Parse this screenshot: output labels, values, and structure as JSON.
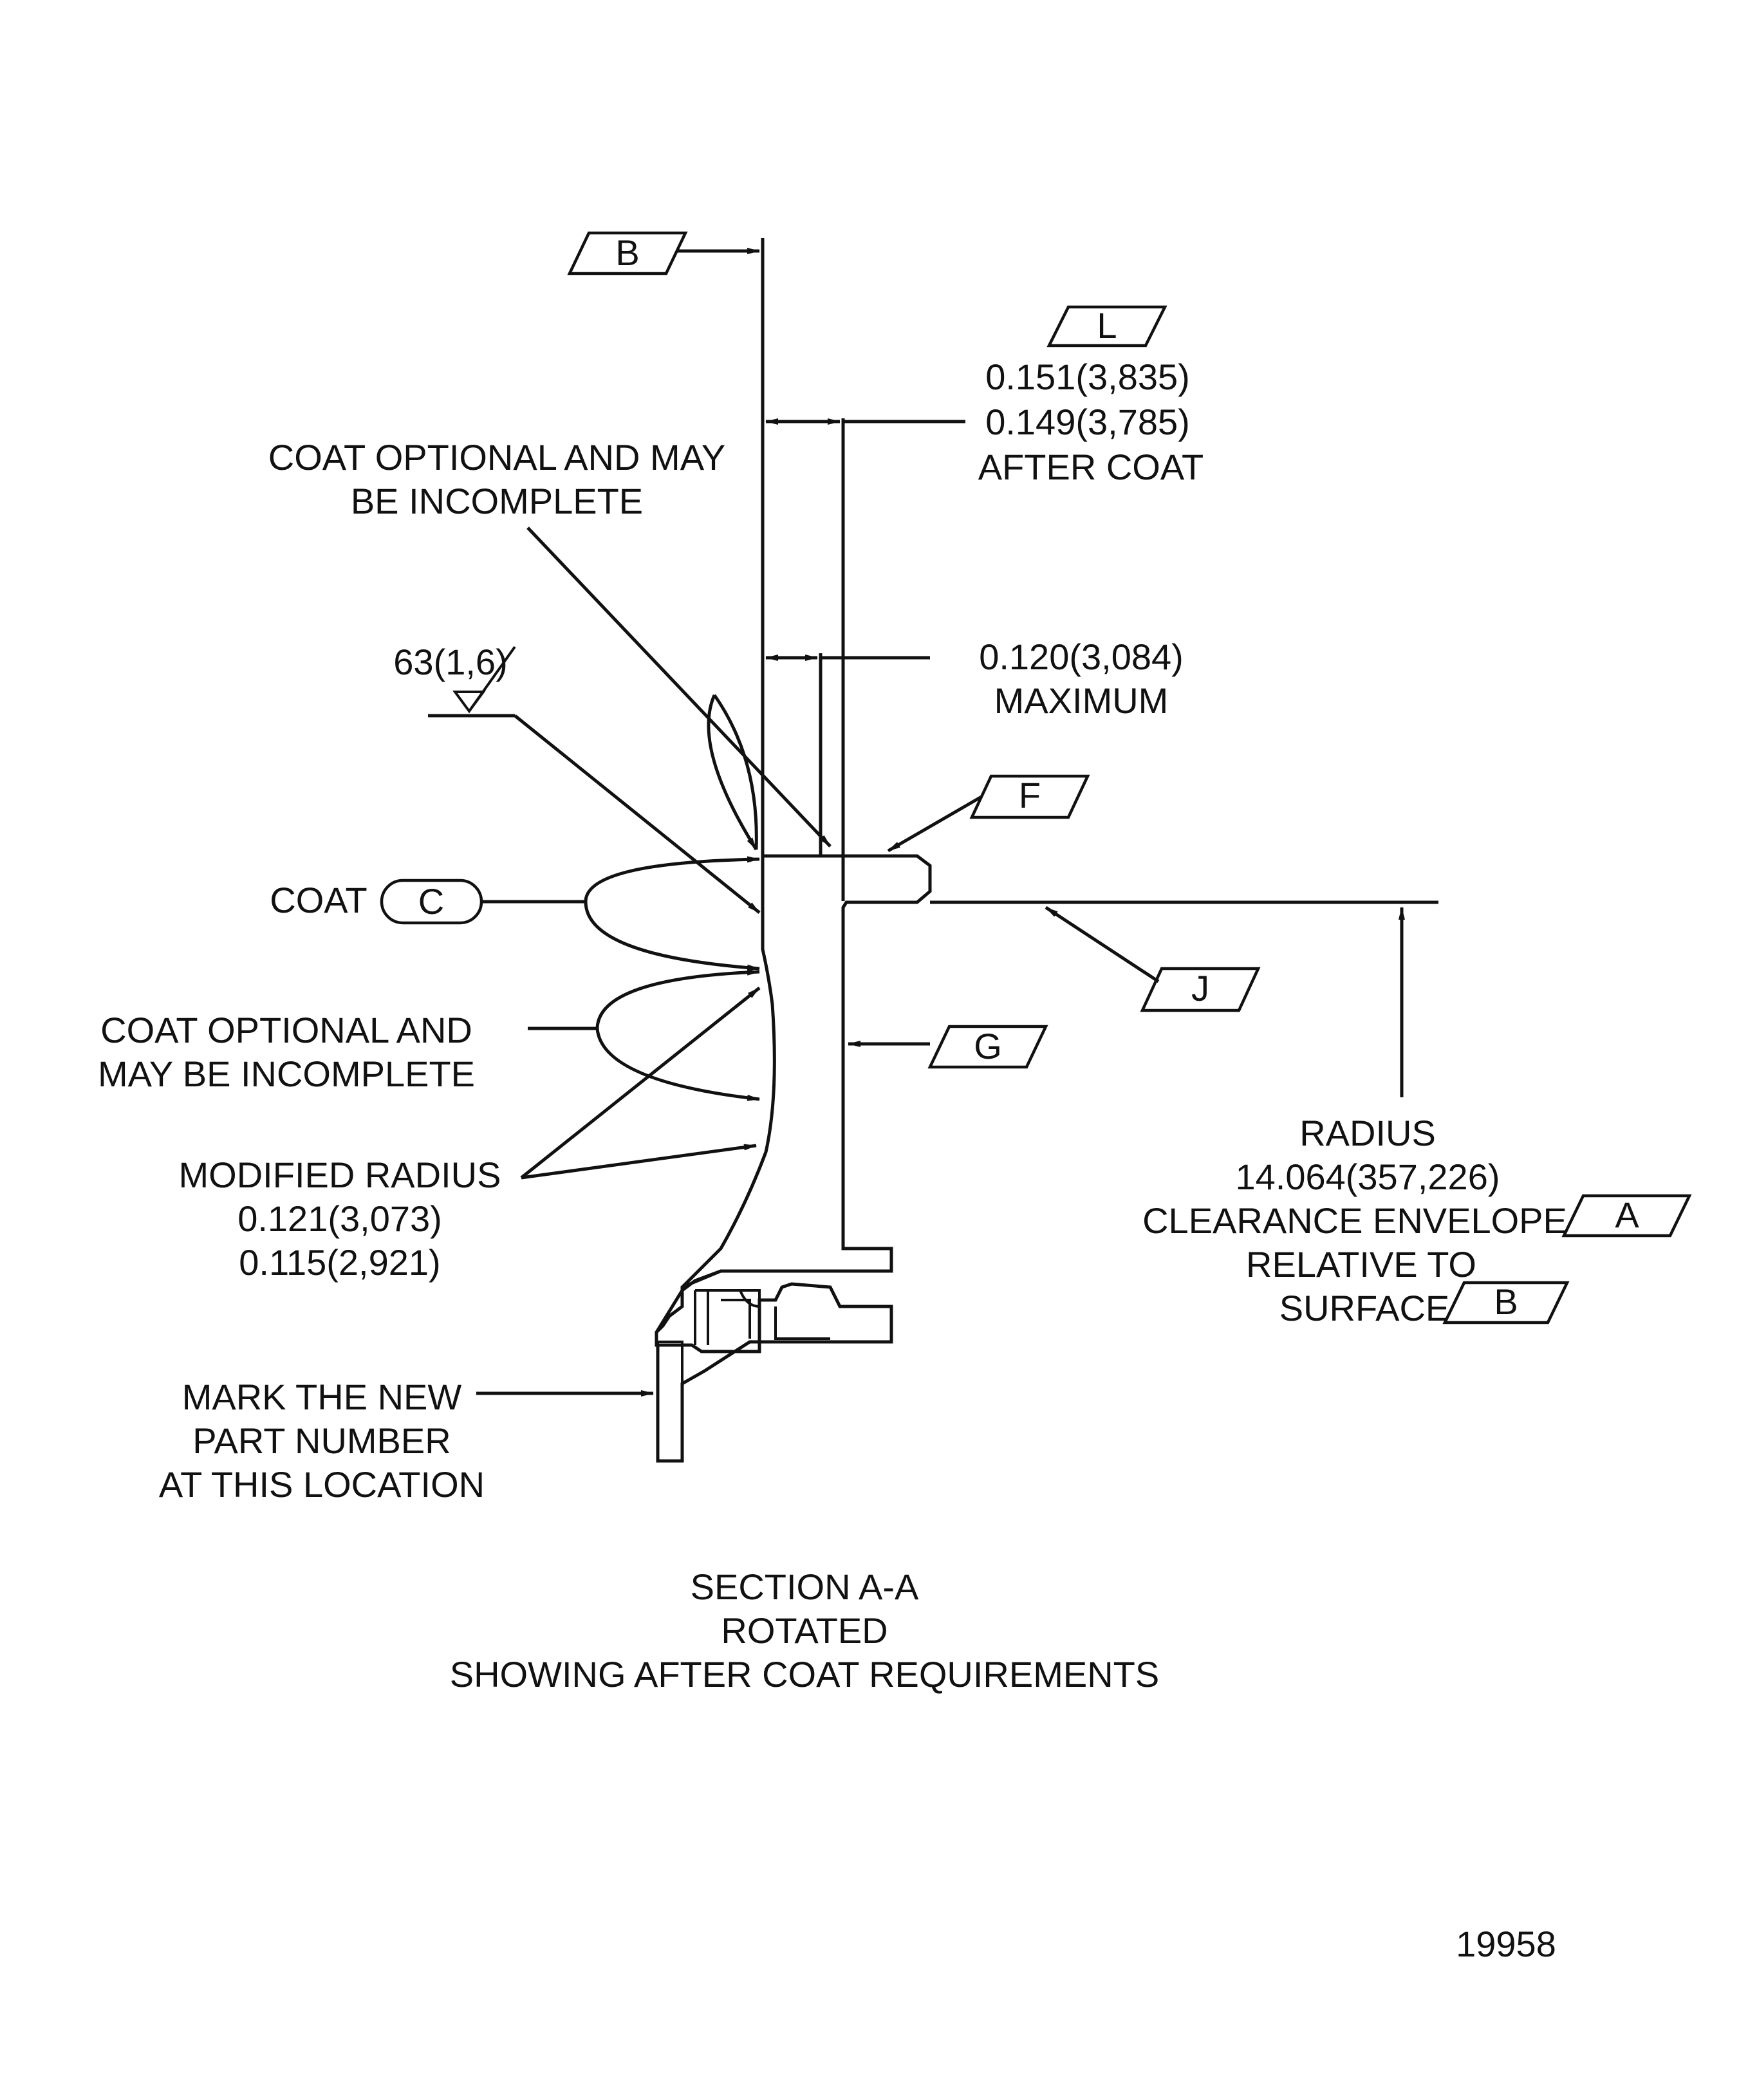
{
  "labels": {
    "datum_b_top": "B",
    "datum_l": "L",
    "dim_after_coat_line1": "0.151(3,835)",
    "dim_after_coat_line2": "0.149(3,785)",
    "dim_after_coat_line3": "AFTER COAT",
    "coat_optional_top_line1": "COAT OPTIONAL AND MAY",
    "coat_optional_top_line2": "BE INCOMPLETE",
    "surface_finish": "63(1,6)",
    "dim_max_line1": "0.120(3,084)",
    "dim_max_line2": "MAXIMUM",
    "datum_f": "F",
    "coat_label": "COAT",
    "coat_callout": "C",
    "datum_j": "J",
    "coat_optional_mid_line1": "COAT OPTIONAL AND",
    "coat_optional_mid_line2": "MAY BE INCOMPLETE",
    "datum_g": "G",
    "radius_line1": "RADIUS",
    "radius_line2": "14.064(357,226)",
    "radius_line3": "CLEARANCE ENVELOPE",
    "datum_a": "A",
    "radius_line4": "RELATIVE TO",
    "radius_line5": "SURFACE",
    "datum_b_bottom": "B",
    "modified_radius_line1": "MODIFIED RADIUS",
    "modified_radius_line2": "0.121(3,073)",
    "modified_radius_line3": "0.115(2,921)",
    "mark_line1": "MARK THE NEW",
    "mark_line2": "PART NUMBER",
    "mark_line3": "AT THIS LOCATION",
    "section_line1": "SECTION A-A",
    "section_line2": "ROTATED",
    "section_line3": "SHOWING AFTER COAT REQUIREMENTS",
    "figure_number": "19958"
  }
}
